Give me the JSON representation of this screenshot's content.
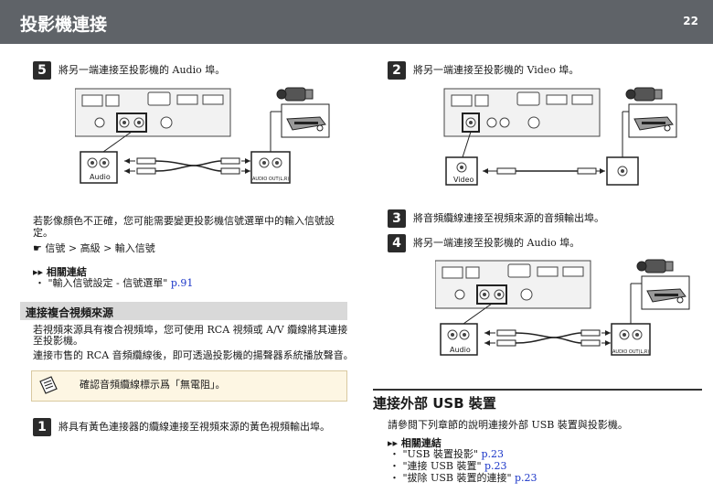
{
  "header": {
    "title": "投影機連接",
    "page_number": "22"
  },
  "left": {
    "step5": {
      "num": "5",
      "text": "將另一端連接至投影機的 Audio 埠。"
    },
    "fig1": {
      "port_label": "Audio",
      "out_label": "AUDIO OUT(L,R)"
    },
    "para1_line1": "若影像顏色不正確，您可能需要變更投影機信號選單中的輸入信號設",
    "para1_line2": "定。",
    "menu_path": "☛ 信號 > 高級 > 輸入信號",
    "related_heading": "相關連結",
    "related_item_text": "\"輸入信號設定 - 信號選單\"",
    "related_item_page": "p.91",
    "section_title": "連接複合視頻來源",
    "para2_line1": "若視頻來源具有複合視頻埠，您可使用 RCA 視頻或 A/V 纜線將其連接",
    "para2_line2": "至投影機。",
    "para3": "連接市售的 RCA 音頻纜線後，即可透過投影機的揚聲器系統播放聲音。",
    "note_text": "確認音頻纜線標示爲「無電阻」。",
    "step1": {
      "num": "1",
      "text": "將具有黃色連接器的纜線連接至視頻來源的黃色視頻輸出埠。"
    }
  },
  "right": {
    "step2": {
      "num": "2",
      "text": "將另一端連接至投影機的 Video 埠。"
    },
    "fig2": {
      "port_label": "Video"
    },
    "step3": {
      "num": "3",
      "text": "將音頻纜線連接至視頻來源的音頻輸出埠。"
    },
    "step4": {
      "num": "4",
      "text": "將另一端連接至投影機的 Audio 埠。"
    },
    "fig3": {
      "port_label": "Audio",
      "out_label": "AUDIO OUT(L,R)"
    },
    "usb_title": "連接外部 USB 裝置",
    "usb_para": "請參閱下列章節的說明連接外部 USB 裝置與投影機。",
    "related_heading": "相關連結",
    "links": [
      {
        "text": "\"USB 裝置投影\"",
        "page": "p.23"
      },
      {
        "text": "\"連接 USB 裝置\"",
        "page": "p.23"
      },
      {
        "text": "\"拔除 USB 裝置的連接\"",
        "page": "p.23"
      }
    ]
  },
  "colors": {
    "header_bg": "#5f6368",
    "link": "#1a35c8",
    "section_bar": "#d9d9d9",
    "note_bg": "#fdf6e3"
  }
}
